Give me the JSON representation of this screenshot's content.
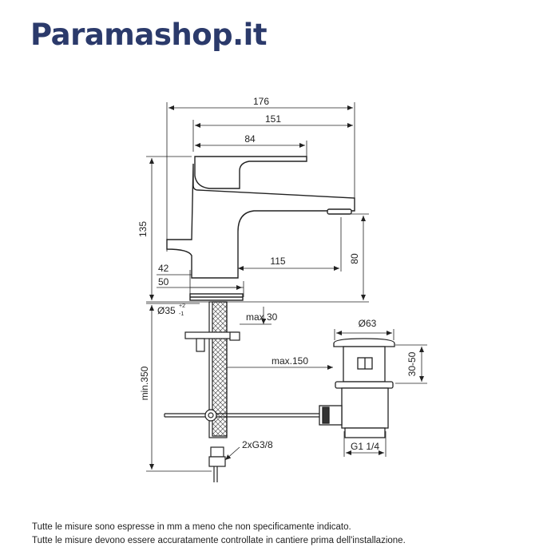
{
  "brand": "Paramashop.it",
  "dimensions": {
    "d176": "176",
    "d151": "151",
    "d84": "84",
    "d135": "135",
    "d80": "80",
    "d115": "115",
    "d42": "42",
    "d50": "50",
    "d35": "Ø35",
    "d35_tol_upper": "+2",
    "d35_tol_lower": "-1",
    "max30": "max.30",
    "max150": "max.150",
    "min350": "min.350",
    "thread": "2xG3/8",
    "d63": "Ø63",
    "d3050": "30-50",
    "g114": "G1 1/4"
  },
  "notes": [
    "Tutte le misure sono espresse in mm a meno che non specificamente indicato.",
    "Tutte le misure devono essere accuratamente controllate in cantiere prima dell'installazione."
  ]
}
